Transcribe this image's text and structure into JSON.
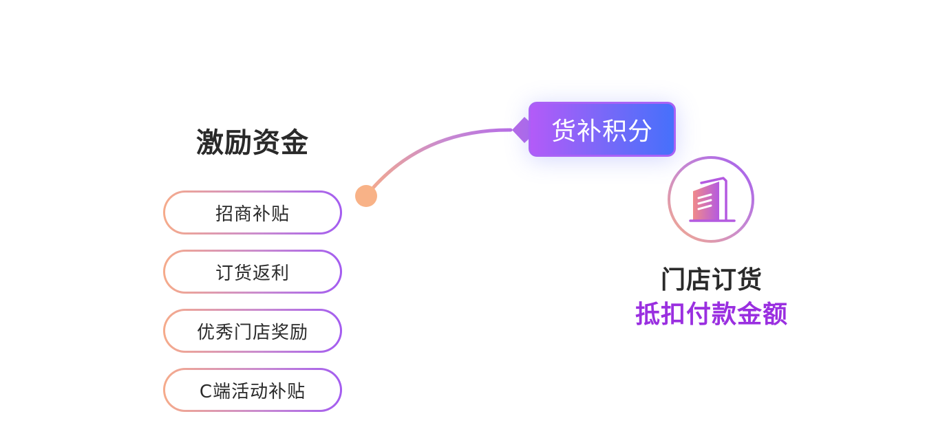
{
  "incentive_funds": {
    "title": "激励资金",
    "items": [
      {
        "label": "招商补贴"
      },
      {
        "label": "订货返利"
      },
      {
        "label": "优秀门店奖励"
      },
      {
        "label": "C端活动补贴"
      }
    ]
  },
  "points_tag": {
    "label": "货补积分"
  },
  "store_ordering": {
    "icon": "building-icon",
    "title": "门店订货",
    "subtitle": "抵扣付款金额"
  },
  "colors": {
    "pill_gradient_start": "#f6ab8a",
    "pill_gradient_end": "#a35cf0",
    "tag_gradient_start": "#b35bf8",
    "tag_gradient_end": "#4670fb",
    "accent_purple": "#9a2fe0",
    "dot_orange": "#f8b287",
    "text_dark": "#2a2a2a"
  }
}
